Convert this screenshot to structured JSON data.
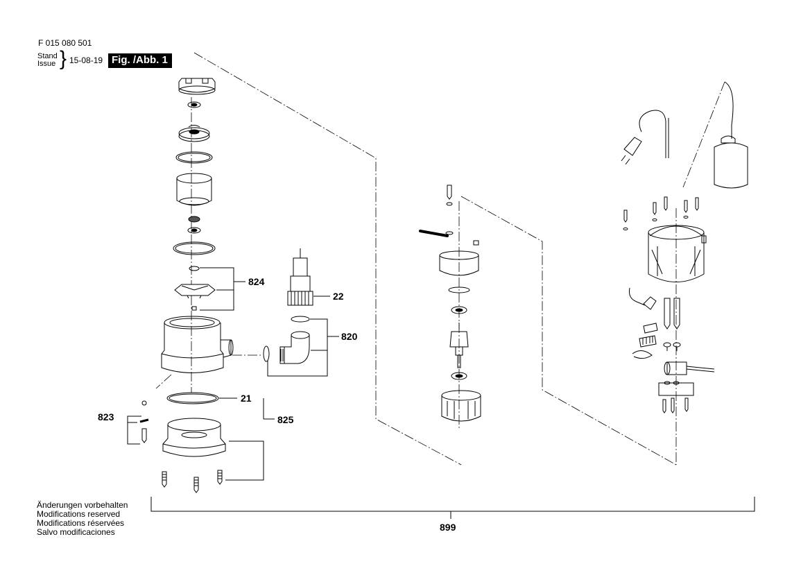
{
  "header": {
    "doc_number": "F 015 080 501",
    "stand_label": "Stand",
    "issue_label": "Issue",
    "date": "15-08-19",
    "figure_label": "Fig. /Abb. 1"
  },
  "callouts": {
    "c824": "824",
    "c22": "22",
    "c820": "820",
    "c21": "21",
    "c823": "823",
    "c825": "825",
    "c899": "899"
  },
  "footer": {
    "notice": [
      "Änderungen vorbehalten",
      "Modifications reserved",
      "Modifications réservées",
      "Salvo modificaciones"
    ]
  }
}
